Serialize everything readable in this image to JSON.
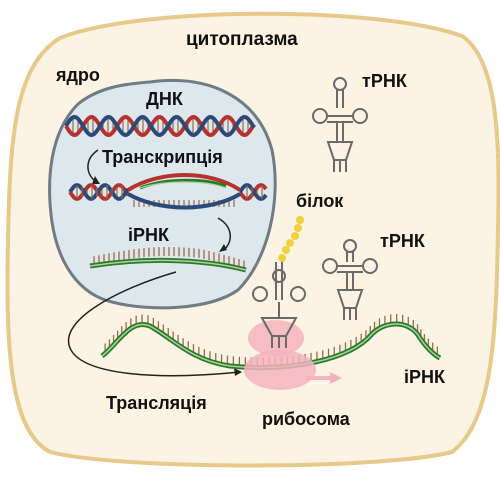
{
  "labels": {
    "cytoplasm": "цитоплазма",
    "nucleus": "ядро",
    "dna": "ДНК",
    "transcription": "Транскрипція",
    "mrna_nucleus": "іРНК",
    "protein": "білок",
    "trna_top": "тРНК",
    "trna_middle": "тРНК",
    "mrna_cytoplasm": "іРНК",
    "translation": "Трансляція",
    "ribosome": "рибосома"
  },
  "colors": {
    "cell_fill": "#fbf3e3",
    "cell_stroke": "#e7c98a",
    "nucleus_fill": "#dde7ec",
    "nucleus_stroke": "#707c85",
    "dna_red": "#b5322e",
    "dna_blue": "#2b4a7a",
    "mrna_green": "#2c7a2c",
    "mrna_light": "#a8d59a",
    "ribosome_pink": "#f4b3c0",
    "protein_yellow": "#f2d23a",
    "trna_gray": "#6a6a6a",
    "codon_brown": "#9a6a4a"
  }
}
